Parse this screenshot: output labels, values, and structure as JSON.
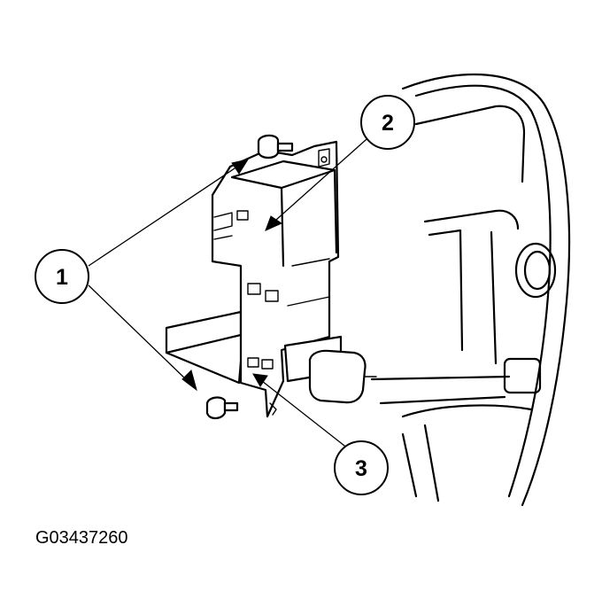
{
  "figure": {
    "id_label": "G03437260"
  },
  "callouts": [
    {
      "label": "1"
    },
    {
      "label": "2"
    },
    {
      "label": "3"
    }
  ]
}
